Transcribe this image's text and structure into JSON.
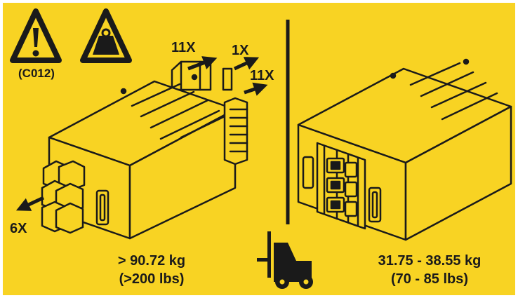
{
  "colors": {
    "background": "#f8d323",
    "border": "#ffffff",
    "ink": "#1a1a1a",
    "panel": "#f8d323"
  },
  "icons": [
    "warning-triangle-icon",
    "weight-icon",
    "forklift-icon"
  ],
  "caution_code": "(C012)",
  "left_unit": {
    "arrows": {
      "rear_modules": "11X",
      "top_module": "1X",
      "side_modules": "11X",
      "front_modules": "6X"
    },
    "weight_kg": "> 90.72 kg",
    "weight_lbs": "(>200 lbs)"
  },
  "right_unit": {
    "weight_kg": "31.75 - 38.55 kg",
    "weight_lbs": "(70 - 85 lbs)"
  }
}
